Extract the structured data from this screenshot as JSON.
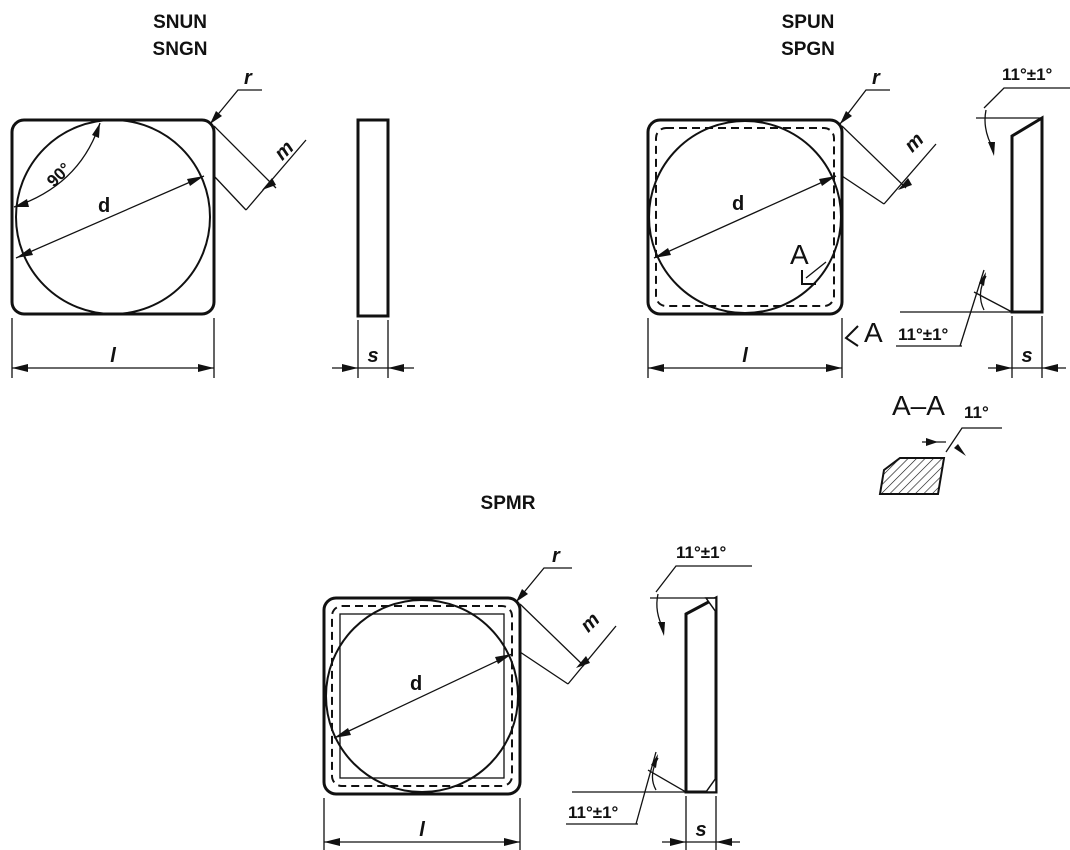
{
  "figures": {
    "snun": {
      "title_line1": "SNUN",
      "title_line2": "SNGN",
      "label_r": "r",
      "label_m": "m",
      "label_angle": "90°",
      "label_d": "d",
      "label_l": "l",
      "label_s": "s"
    },
    "spun": {
      "title_line1": "SPUN",
      "title_line2": "SPGN",
      "label_r": "r",
      "label_m": "m",
      "label_d": "d",
      "label_l": "l",
      "label_s": "s",
      "label_section_top": "A",
      "label_section_right": "A",
      "angle_top": "11°±1°",
      "angle_bottom": "11°±1°",
      "section_title": "A–A",
      "section_angle": "11°"
    },
    "spmr": {
      "title": "SPMR",
      "label_r": "r",
      "label_m": "m",
      "label_d": "d",
      "label_l": "l",
      "label_s": "s",
      "angle_top": "11°±1°",
      "angle_bottom": "11°±1°"
    }
  }
}
